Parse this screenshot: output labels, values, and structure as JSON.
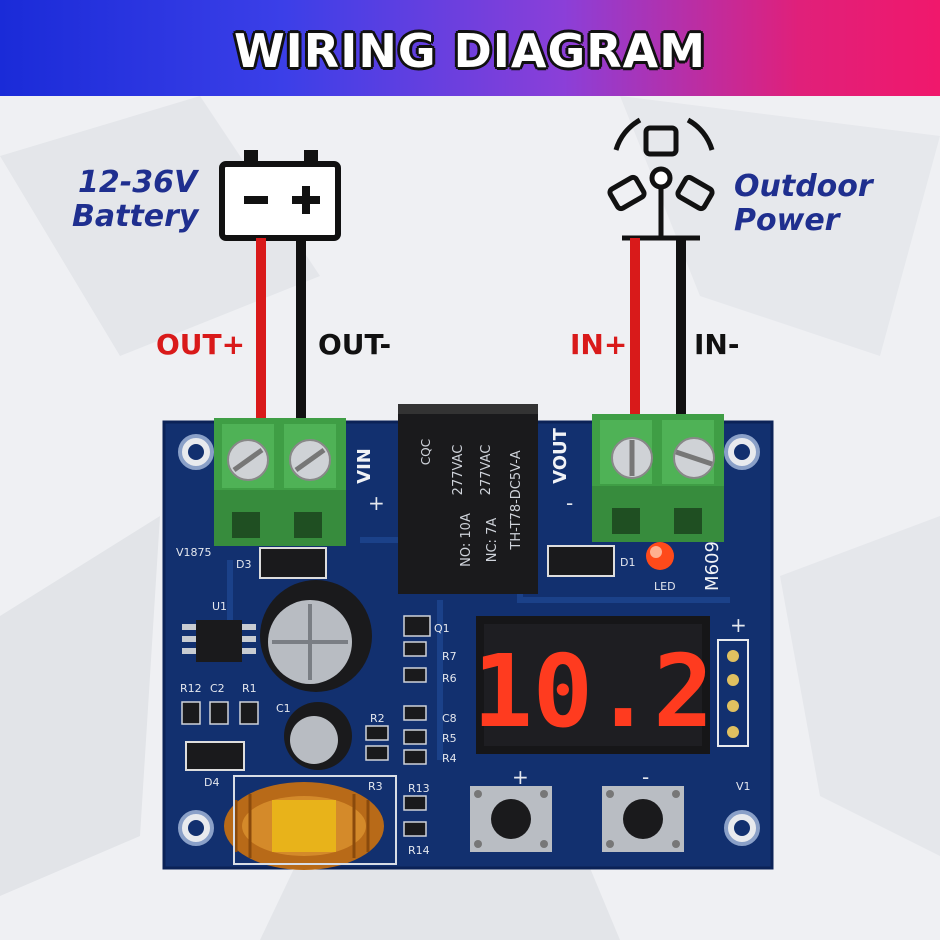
{
  "title": "WIRING DIAGRAM",
  "battery": {
    "line1": "12-36V",
    "line2": "Battery",
    "icon": "battery-icon"
  },
  "power": {
    "line1": "Outdoor",
    "line2": "Power",
    "icon": "wind-turbine-icon"
  },
  "wires": {
    "out_plus": "OUT+",
    "out_minus": "OUT-",
    "in_plus": "IN+",
    "in_minus": "IN-"
  },
  "board": {
    "display_value": "10.2",
    "model": "M609",
    "vin": "VIN",
    "vout": "VOUT",
    "relay_brand": "CQC",
    "relay_lines": [
      "277VAC",
      "277VAC",
      "TH-T78-DC5V-A",
      "NO: 10A",
      "NC: 7A"
    ],
    "component_labels": [
      "V1875",
      "D3",
      "U1",
      "R12",
      "C2",
      "R1",
      "C1",
      "R2",
      "D4",
      "R3",
      "R13",
      "R14",
      "Q1",
      "R6",
      "R7",
      "C8",
      "R4",
      "R5",
      "D1",
      "LED",
      "V1",
      "+",
      "-",
      "+",
      "-",
      "+"
    ]
  },
  "colors": {
    "red_wire": "#d91a1a",
    "pcb": "#12306f",
    "terminal": "#3f9e45",
    "display": "#ff3b1f"
  }
}
